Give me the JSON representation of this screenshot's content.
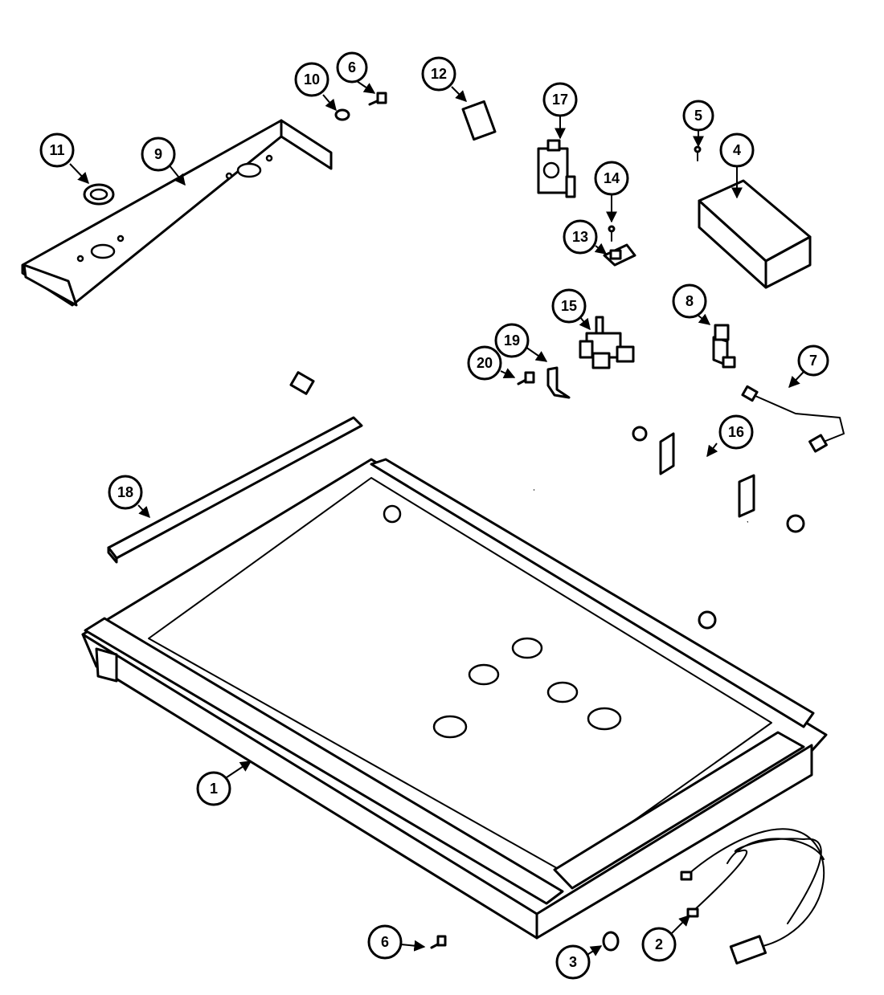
{
  "diagram": {
    "callouts": [
      "1",
      "2",
      "3",
      "4",
      "5",
      "6",
      "6",
      "7",
      "8",
      "9",
      "10",
      "11",
      "12",
      "13",
      "14",
      "15",
      "16",
      "17",
      "18",
      "19",
      "20"
    ]
  }
}
